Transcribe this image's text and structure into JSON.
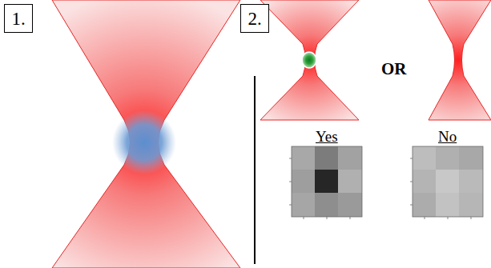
{
  "diagram": {
    "nodes": [
      {
        "text": [
          "1."
        ]
      },
      {
        "text": [
          "2."
        ]
      }
    ],
    "labels": [
      "OR",
      "Yes",
      "No"
    ]
  }
}
